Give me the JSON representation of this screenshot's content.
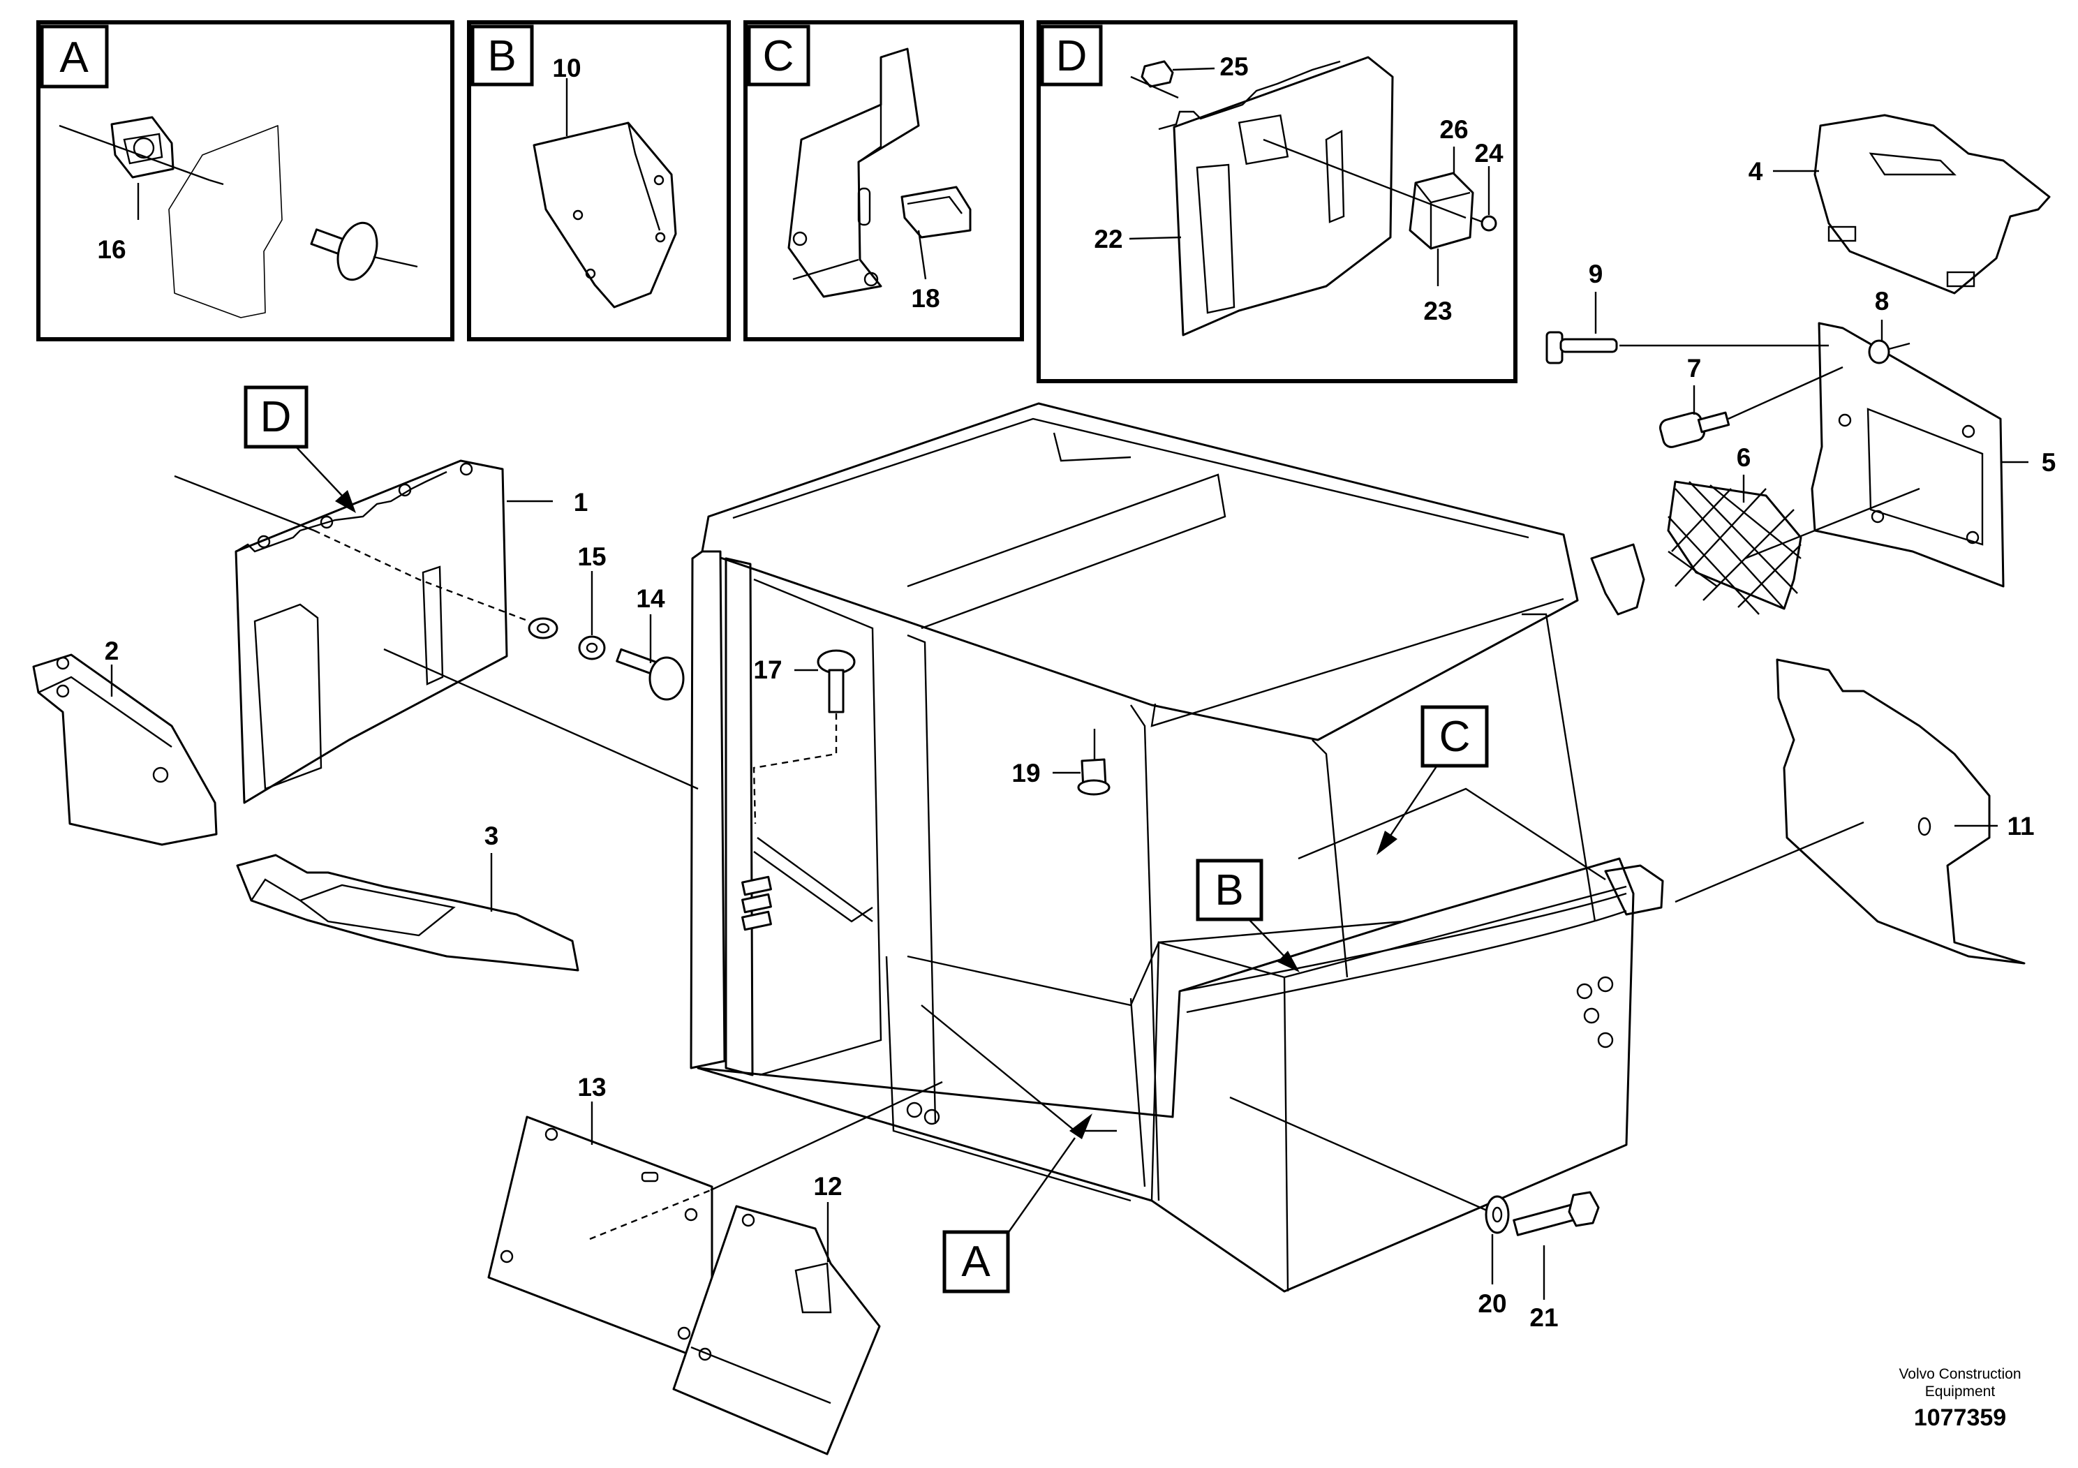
{
  "detail_boxes": [
    {
      "id": "A",
      "letter": "A"
    },
    {
      "id": "B",
      "letter": "B"
    },
    {
      "id": "C",
      "letter": "C"
    },
    {
      "id": "D",
      "letter": "D"
    }
  ],
  "callouts": {
    "c1": "1",
    "c2": "2",
    "c3": "3",
    "c4": "4",
    "c5": "5",
    "c6": "6",
    "c7": "7",
    "c8": "8",
    "c9": "9",
    "c10": "10",
    "c11": "11",
    "c12": "12",
    "c13": "13",
    "c14": "14",
    "c15": "15",
    "c16": "16",
    "c17": "17",
    "c18": "18",
    "c19": "19",
    "c20": "20",
    "c21": "21",
    "c22": "22",
    "c23": "23",
    "c24": "24",
    "c25": "25",
    "c26": "26"
  },
  "pointer_labels": {
    "d_main": "D",
    "c_main": "C",
    "b_main": "B",
    "a_main": "A"
  },
  "footer": {
    "brand_line1": "Volvo Construction",
    "brand_line2": "Equipment",
    "drawing_number": "1077359"
  }
}
